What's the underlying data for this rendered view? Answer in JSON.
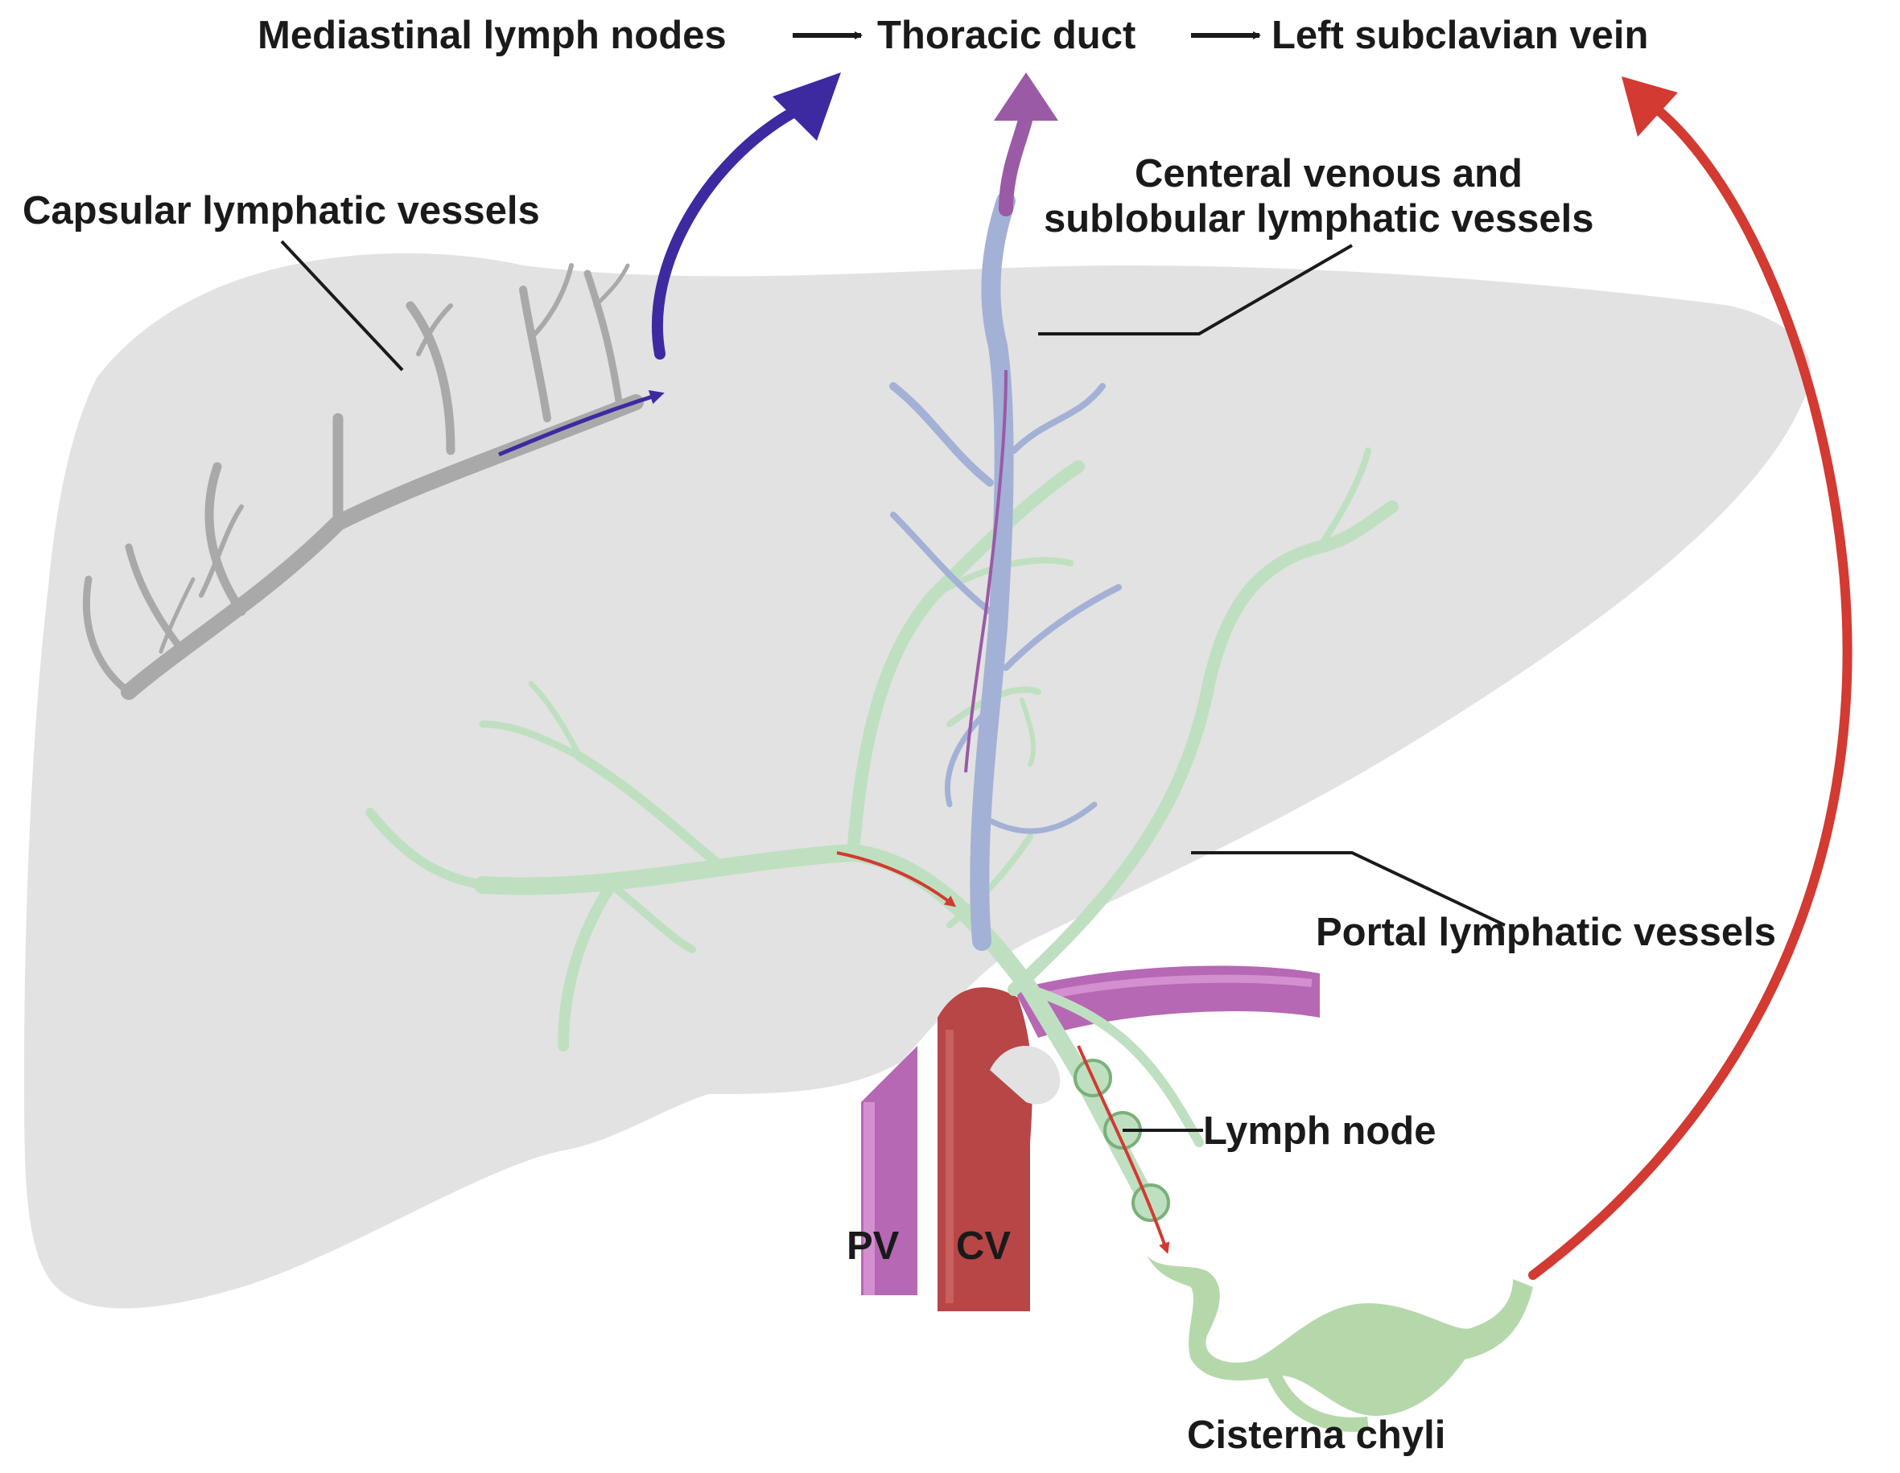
{
  "header": {
    "mediastinal": "Mediastinal lymph nodes",
    "thoracic": "Thoracic duct",
    "subclavian": "Left subclavian vein"
  },
  "labels": {
    "capsular": "Capsular lymphatic vessels",
    "central_line1": "Centeral venous and",
    "central_line2": "sublobular lymphatic vessels",
    "portal": "Portal lymphatic vessels",
    "lymph_node": "Lymph node",
    "pv": "PV",
    "cv": "CV",
    "cisterna": "Cisterna chyli"
  },
  "colors": {
    "liver": "#e2e2e2",
    "capsular_vessel": "#a9a9a9",
    "central_vessel": "#a3b1d6",
    "portal_vessel": "#bfe0c0",
    "portal_vein": "#b668b4",
    "central_vein": "#b84646",
    "flow_blue": "#3d2aa0",
    "flow_purple": "#9a5aa6",
    "flow_red": "#d23a32",
    "cisterna": "#b5d8ab"
  }
}
